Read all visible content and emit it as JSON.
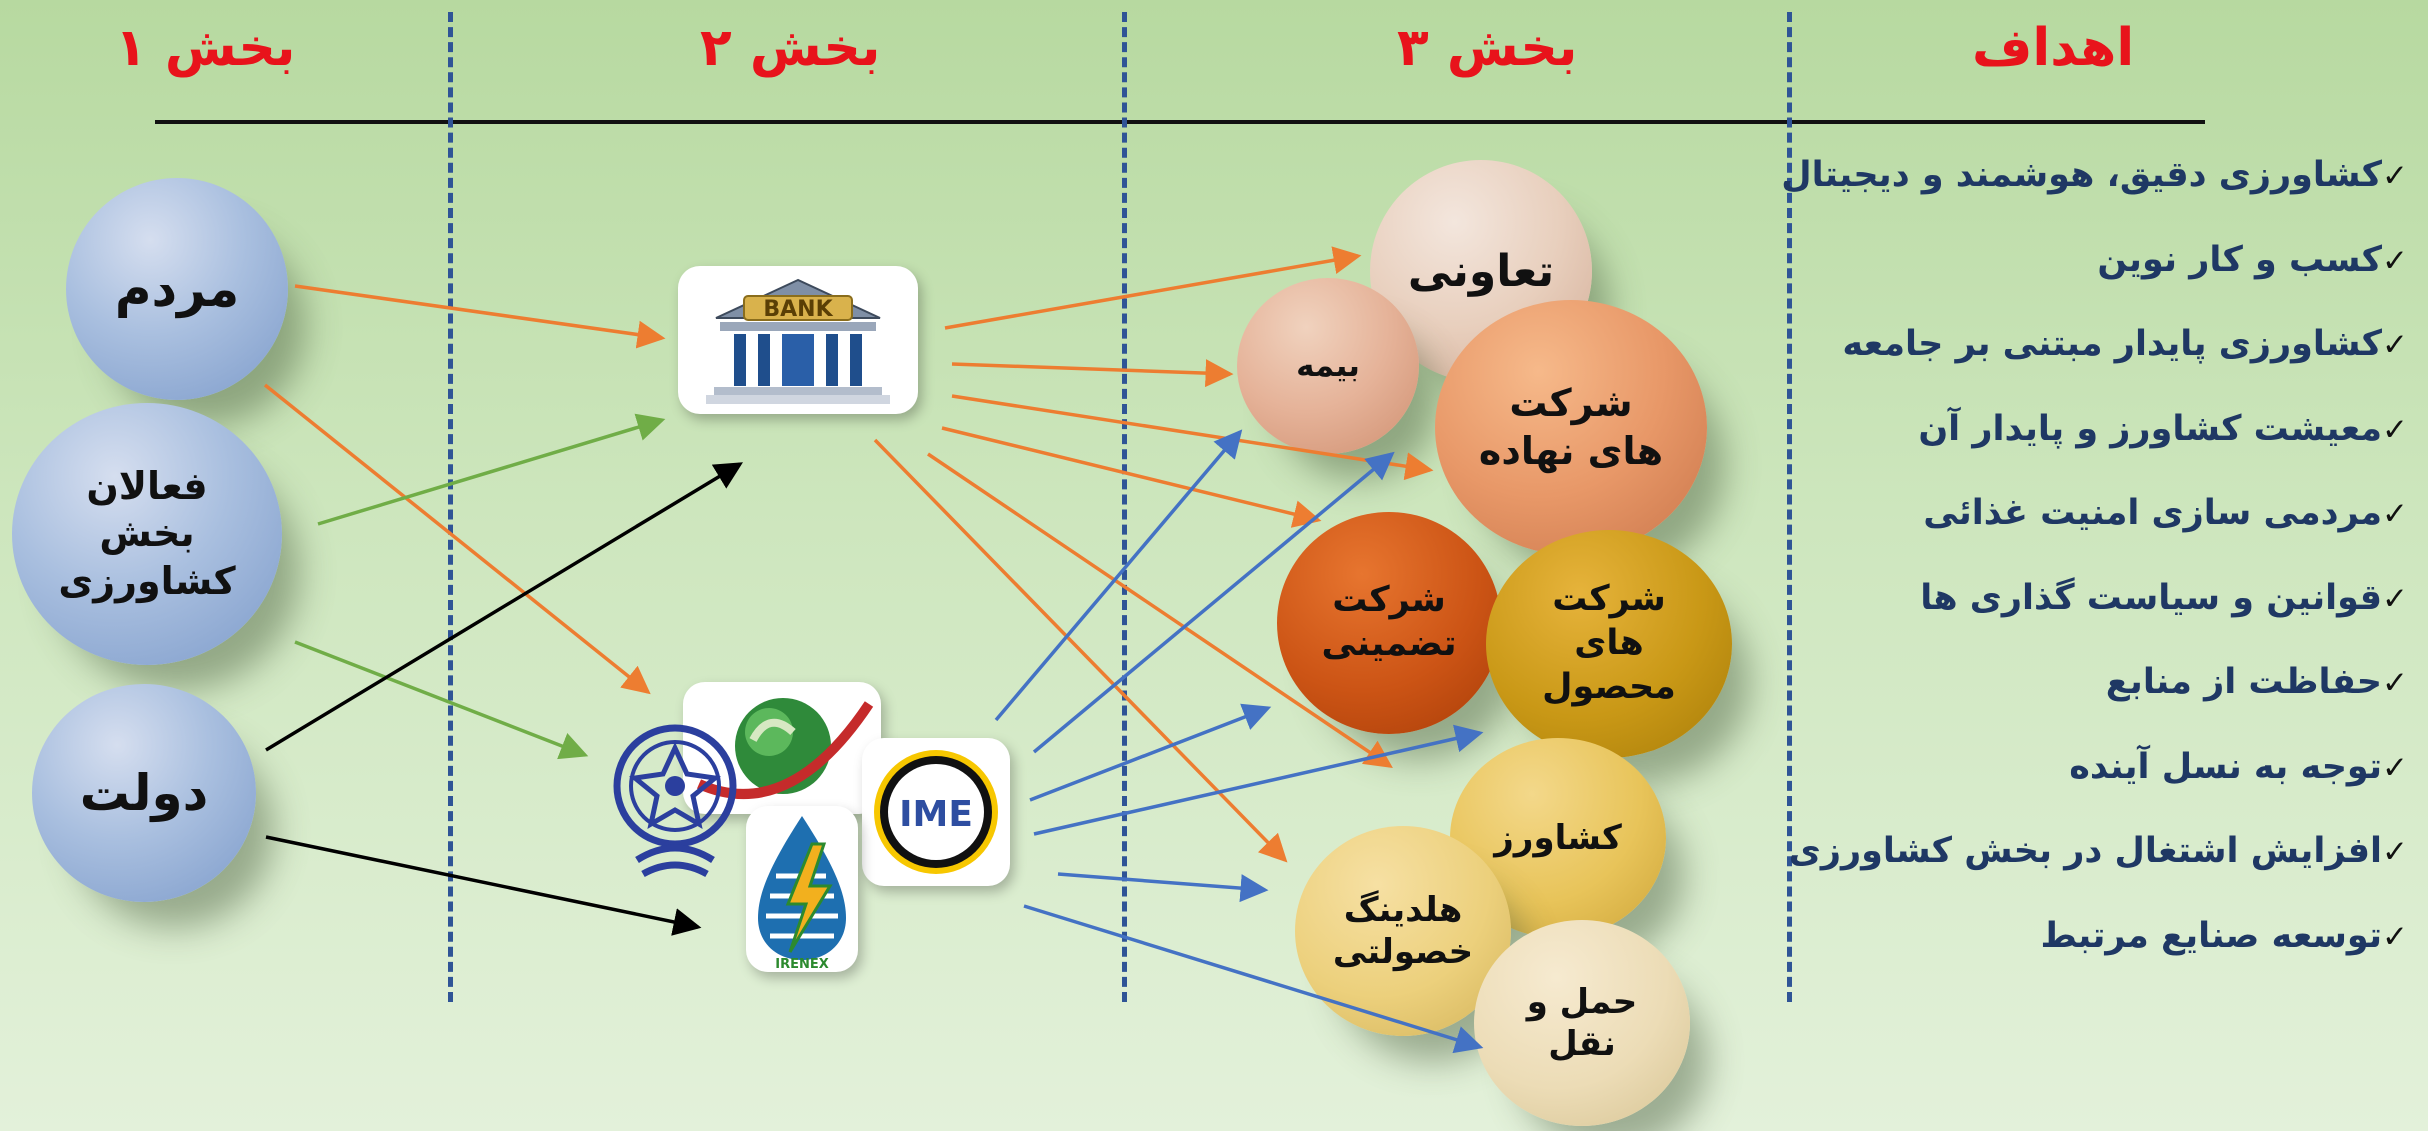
{
  "headers": {
    "section1": "بخش ۱",
    "section2": "بخش ۲",
    "section3": "بخش ۳",
    "goals": "اهداف"
  },
  "section1": {
    "people": "مردم",
    "farmers_line1": "فعالان",
    "farmers_line2": "بخش",
    "farmers_line3": "کشاورزی",
    "government": "دولت"
  },
  "section2": {
    "bank_label": "BANK",
    "ime_label": "IME",
    "irenex_label": "IRENEX"
  },
  "section3": {
    "cooperative": "تعاونی",
    "insurance": "بیمه",
    "input_companies_line1": "شرکت",
    "input_companies_line2": "های نهاده",
    "guarantee_line1": "شرکت",
    "guarantee_line2": "تضمینی",
    "product_line1": "شرکت",
    "product_line2": "های",
    "product_line3": "محصول",
    "farmer": "کشاورز",
    "holding_line1": "هلدینگ",
    "holding_line2": "خصولتی",
    "transport_line1": "حمل و",
    "transport_line2": "نقل"
  },
  "goals": [
    "کشاورزی دقیق، هوشمند و دیجیتال",
    "کسب و کار نوین",
    "کشاورزی پایدار مبتنی بر جامعه",
    "معیشت کشاورز و پایدار آن",
    "مردمی سازی امنیت غذائی",
    "قوانین و سیاست گذاری ها",
    "حفاظت از منابع",
    "توجه به نسل آینده",
    "افزایش اشتغال در بخش کشاورزی",
    "توسعه صنایع مرتبط"
  ],
  "check_glyph": "✓",
  "colors": {
    "header": "#e8131b",
    "divider": "#2f5496",
    "goal_text": "#1f3864",
    "arrow_orange": "#ed7d31",
    "arrow_green": "#70ad47",
    "arrow_blue": "#4472c4",
    "arrow_black": "#000000"
  }
}
